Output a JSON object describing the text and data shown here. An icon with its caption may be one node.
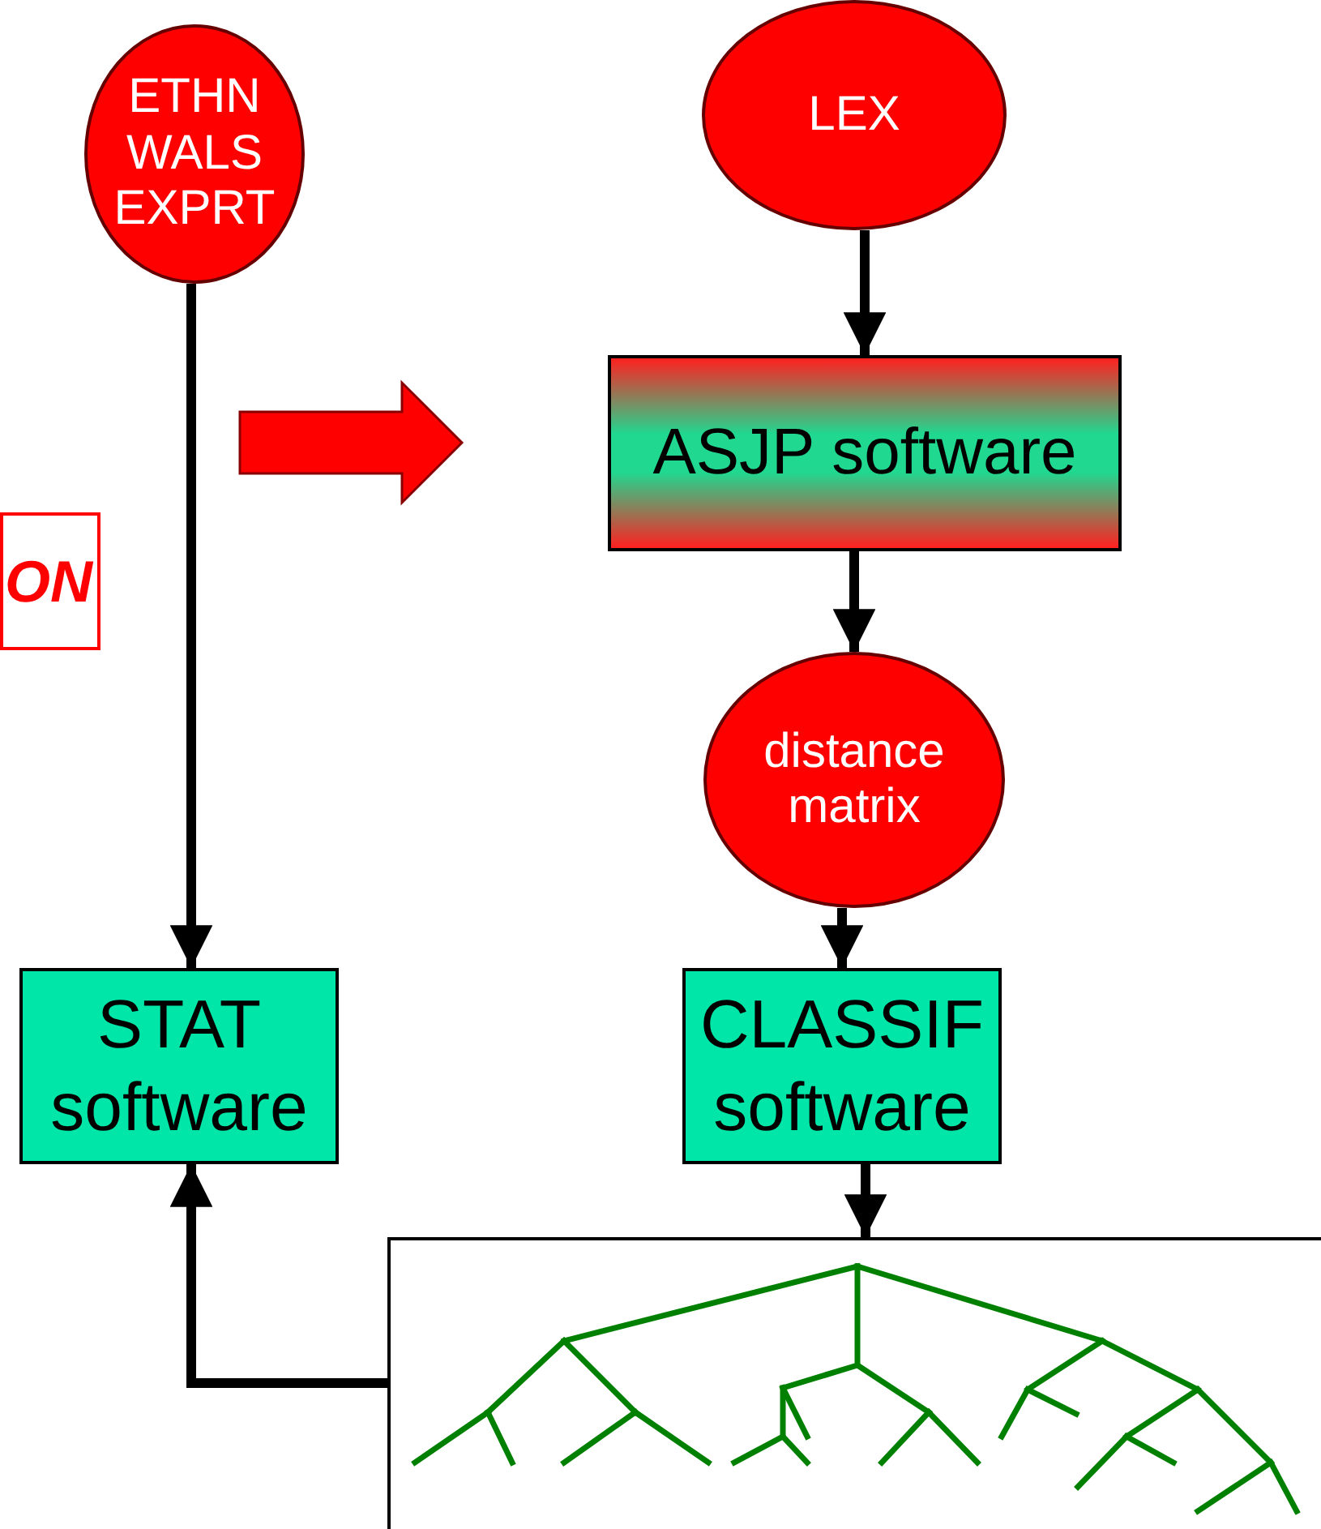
{
  "diagram": {
    "nodes": [
      {
        "text": [
          "ETHN WALS EXPRT"
        ]
      },
      {
        "text": [
          "LEX"
        ]
      },
      {
        "text": [
          "ASJP software"
        ]
      },
      {
        "text": [
          "distance matrix"
        ]
      },
      {
        "text": [
          "STAT software"
        ]
      },
      {
        "text": [
          "CLASSIF software"
        ]
      },
      {
        "text": [],
        "shape": "picture"
      },
      {
        "text": [
          "ON"
        ]
      }
    ],
    "edges": [
      {
        "from": 0,
        "to": 4,
        "arrow": "to"
      },
      {
        "from": 1,
        "to": 2,
        "arrow": "to"
      },
      {
        "from": 2,
        "to": 3,
        "arrow": "to"
      },
      {
        "from": 3,
        "to": 5,
        "arrow": "to"
      },
      {
        "from": 5,
        "to": 6,
        "arrow": "to"
      },
      {
        "from": 6,
        "to": 4,
        "arrow": "to"
      }
    ]
  }
}
